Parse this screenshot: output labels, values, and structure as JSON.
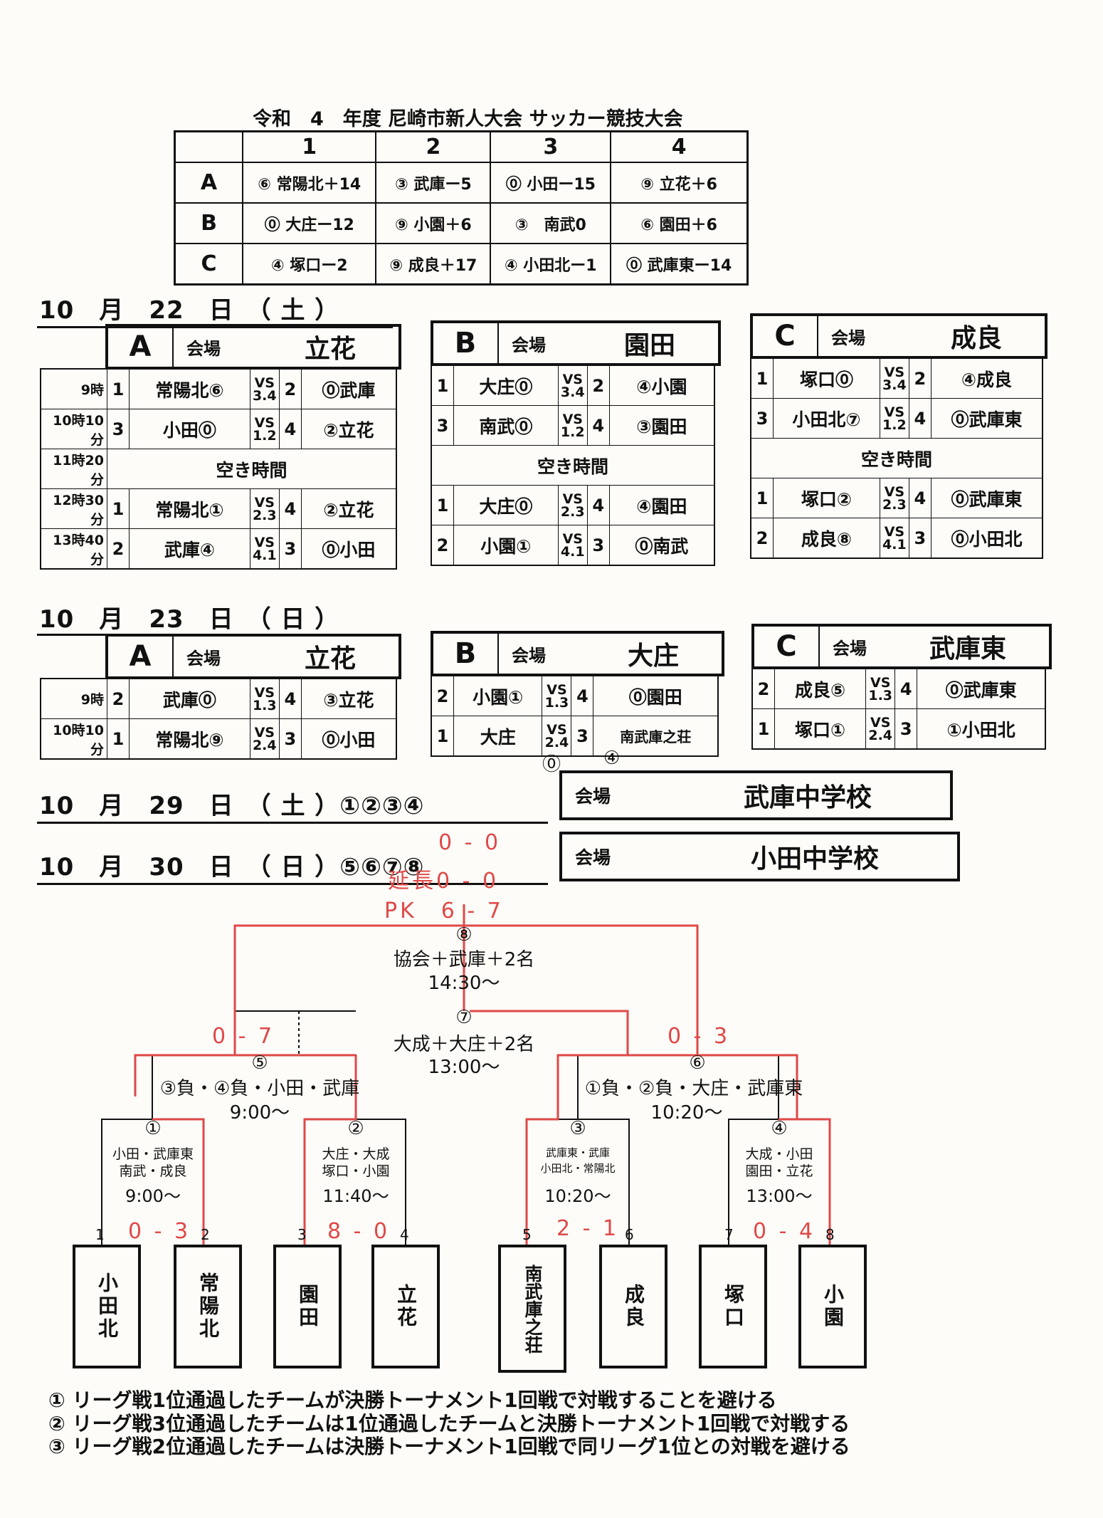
{
  "title": "令和　4　年度 尼崎市新人大会 サッカー競技大会",
  "summary": {
    "cols": [
      "1",
      "2",
      "3",
      "4"
    ],
    "rows": [
      {
        "label": "A",
        "cells": [
          "⑥ 常陽北＋14",
          "③ 武庫ー5",
          "⓪ 小田ー15",
          "⑨ 立花＋6"
        ]
      },
      {
        "label": "B",
        "cells": [
          "⓪ 大庄ー12",
          "⑨ 小園＋6",
          "③　南武0",
          "⑥ 園田＋6"
        ]
      },
      {
        "label": "C",
        "cells": [
          "④ 塚口ー2",
          "⑨ 成良＋17",
          "④ 小田北ー1",
          "⓪ 武庫東ー14"
        ]
      }
    ]
  },
  "day1": {
    "date": "10　月　22　日　（ 土 ）",
    "venue_label": "会場",
    "blocks": [
      {
        "letter": "A",
        "venue": "立花",
        "rows": [
          {
            "time": "9時",
            "n1": "1",
            "t1": "常陽北⑥",
            "vs": "VS",
            "sc": "3.4",
            "n2": "2",
            "t2": "⓪武庫"
          },
          {
            "time": "10時10分",
            "n1": "3",
            "t1": "小田⓪",
            "vs": "VS",
            "sc": "1.2",
            "n2": "4",
            "t2": "②立花"
          },
          {
            "time": "11時20分",
            "blank": "空き時間"
          },
          {
            "time": "12時30分",
            "n1": "1",
            "t1": "常陽北①",
            "vs": "VS",
            "sc": "2.3",
            "n2": "4",
            "t2": "②立花"
          },
          {
            "time": "13時40分",
            "n1": "2",
            "t1": "武庫④",
            "vs": "VS",
            "sc": "4.1",
            "n2": "3",
            "t2": "⓪小田"
          }
        ]
      },
      {
        "letter": "B",
        "venue": "園田",
        "rows": [
          {
            "n1": "1",
            "t1": "大庄⓪",
            "vs": "VS",
            "sc": "3.4",
            "n2": "2",
            "t2": "④小園"
          },
          {
            "n1": "3",
            "t1": "南武⓪",
            "vs": "VS",
            "sc": "1.2",
            "n2": "4",
            "t2": "③園田"
          },
          {
            "blank": "空き時間"
          },
          {
            "n1": "1",
            "t1": "大庄⓪",
            "vs": "VS",
            "sc": "2.3",
            "n2": "4",
            "t2": "④園田"
          },
          {
            "n1": "2",
            "t1": "小園①",
            "vs": "VS",
            "sc": "4.1",
            "n2": "3",
            "t2": "⓪南武"
          }
        ]
      },
      {
        "letter": "C",
        "venue": "成良",
        "rows": [
          {
            "n1": "1",
            "t1": "塚口⓪",
            "vs": "VS",
            "sc": "3.4",
            "n2": "2",
            "t2": "④成良"
          },
          {
            "n1": "3",
            "t1": "小田北⑦",
            "vs": "VS",
            "sc": "1.2",
            "n2": "4",
            "t2": "⓪武庫東"
          },
          {
            "blank": "空き時間"
          },
          {
            "n1": "1",
            "t1": "塚口②",
            "vs": "VS",
            "sc": "2.3",
            "n2": "4",
            "t2": "⓪武庫東"
          },
          {
            "n1": "2",
            "t1": "成良⑧",
            "vs": "VS",
            "sc": "4.1",
            "n2": "3",
            "t2": "⓪小田北"
          }
        ]
      }
    ]
  },
  "day2": {
    "date": "10　月　23　日　（ 日 ）",
    "blocks": [
      {
        "letter": "A",
        "venue": "立花",
        "rows": [
          {
            "time": "9時",
            "n1": "2",
            "t1": "武庫⓪",
            "vs": "VS",
            "sc": "1.3",
            "n2": "4",
            "t2": "③立花"
          },
          {
            "time": "10時10分",
            "n1": "1",
            "t1": "常陽北⑨",
            "vs": "VS",
            "sc": "2.4",
            "n2": "3",
            "t2": "⓪小田"
          }
        ]
      },
      {
        "letter": "B",
        "venue": "大庄",
        "rows": [
          {
            "n1": "2",
            "t1": "小園①",
            "vs": "VS",
            "sc": "1.3",
            "n2": "4",
            "t2": "⓪園田"
          },
          {
            "n1": "1",
            "t1": "大庄",
            "vs": "VS",
            "sc": "2.4",
            "n2": "3",
            "t2": "南武庫之荘"
          }
        ]
      },
      {
        "letter": "C",
        "venue": "武庫東",
        "rows": [
          {
            "n1": "2",
            "t1": "成良⑤",
            "vs": "VS",
            "sc": "1.3",
            "n2": "4",
            "t2": "⓪武庫東"
          },
          {
            "n1": "1",
            "t1": "塚口①",
            "vs": "VS",
            "sc": "2.4",
            "n2": "3",
            "t2": "①小田北"
          }
        ]
      }
    ],
    "b_extra": [
      "⓪",
      "④"
    ]
  },
  "day3": {
    "date": "10　月　29　日　（ 土 ）①②③④",
    "venue_label": "会場",
    "venue": "武庫中学校"
  },
  "day4": {
    "date": "10　月　30　日　（ 日 ）⑤⑥⑦⑧",
    "venue_label": "会場",
    "venue": "小田中学校"
  },
  "final_scores": {
    "regular": "0 - 0",
    "extra": "延長0 - 0",
    "pk": "PK　6 - 7"
  },
  "bracket": {
    "m8": {
      "num": "⑧",
      "desc": "協会＋武庫＋2名",
      "time": "14:30〜"
    },
    "m7": {
      "num": "⑦",
      "desc": "大成＋大庄＋2名",
      "time": "13:00〜"
    },
    "m5": {
      "num": "⑤",
      "desc": "③負・④負・小田・武庫",
      "time": "9:00〜",
      "score": "0 - 7"
    },
    "m6": {
      "num": "⑥",
      "desc": "①負・②負・大庄・武庫東",
      "time": "10:20〜",
      "score": "0 - 3"
    },
    "m1": {
      "num": "①",
      "desc1": "小田・武庫東",
      "desc2": "南武・成良",
      "time": "9:00〜",
      "score": "0 - 3"
    },
    "m2": {
      "num": "②",
      "desc1": "大庄・大成",
      "desc2": "塚口・小園",
      "time": "11:40〜",
      "score": "8 - 0"
    },
    "m3": {
      "num": "③",
      "desc1": "武庫東・武庫",
      "desc2": "小田北・常陽北",
      "time": "10:20〜",
      "score": "2 - 1"
    },
    "m4": {
      "num": "④",
      "desc1": "大成・小田",
      "desc2": "園田・立花",
      "time": "13:00〜",
      "score": "0 - 4"
    },
    "slots": [
      "1",
      "2",
      "3",
      "4",
      "5",
      "6",
      "7",
      "8"
    ],
    "teams": [
      "小田北",
      "常陽北",
      "園田",
      "立花",
      "南武庫之荘",
      "成良",
      "塚口",
      "小園"
    ]
  },
  "notes": [
    "① リーグ戦1位通過したチームが決勝トーナメント1回戦で対戦することを避ける",
    "② リーグ戦3位通過したチームは1位通過したチームと決勝トーナメント1回戦で対戦する",
    "③ リーグ戦2位通過したチームは決勝トーナメント1回戦で同リーグ1位との対戦を避ける"
  ]
}
